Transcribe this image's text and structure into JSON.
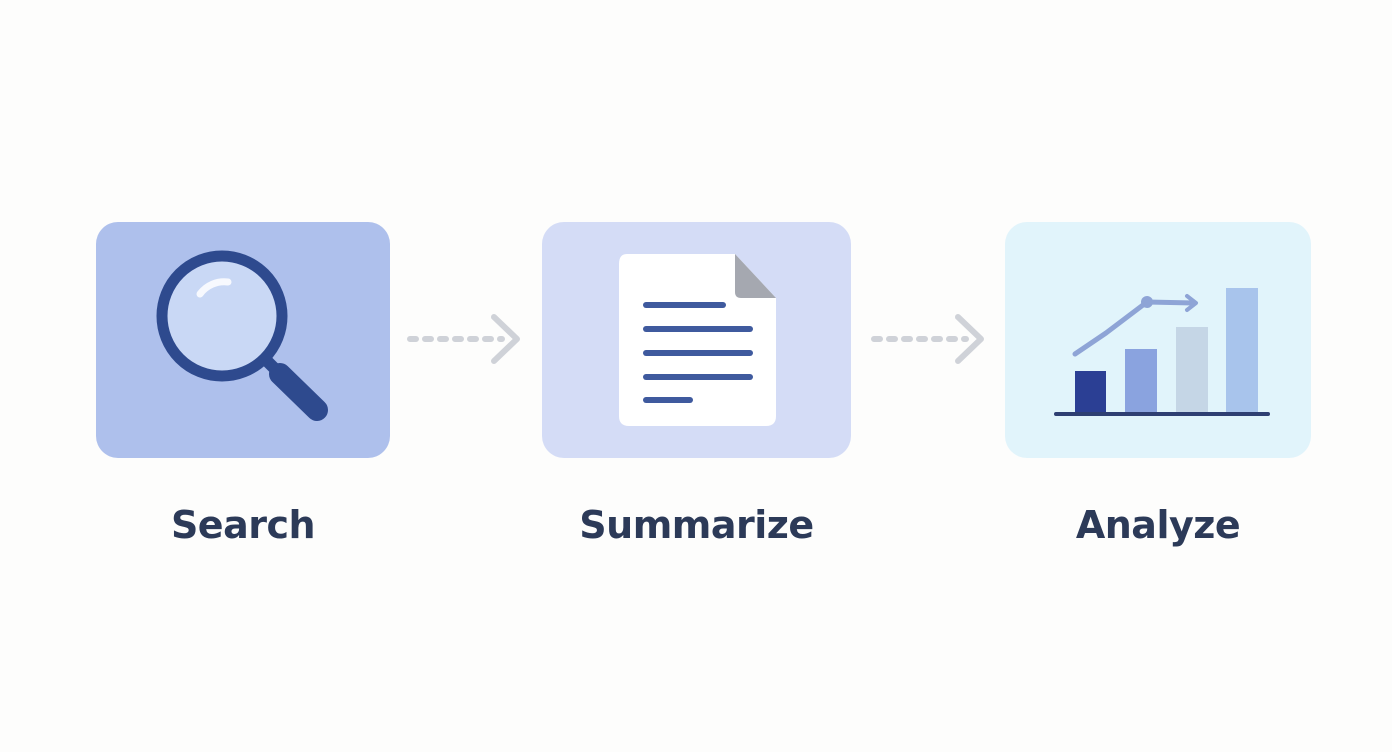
{
  "steps": [
    {
      "label": "Search",
      "icon": "magnifier-icon"
    },
    {
      "label": "Summarize",
      "icon": "document-icon"
    },
    {
      "label": "Analyze",
      "icon": "bar-chart-icon"
    }
  ],
  "colors": {
    "background": "#fdfdfc",
    "search_card": "#aec0ec",
    "summarize_card": "#d4dcf6",
    "analyze_card": "#e1f4fb",
    "dark_blue": "#2e4a8e",
    "label_text": "#2c3a58",
    "arrow": "#cfd2d8"
  }
}
